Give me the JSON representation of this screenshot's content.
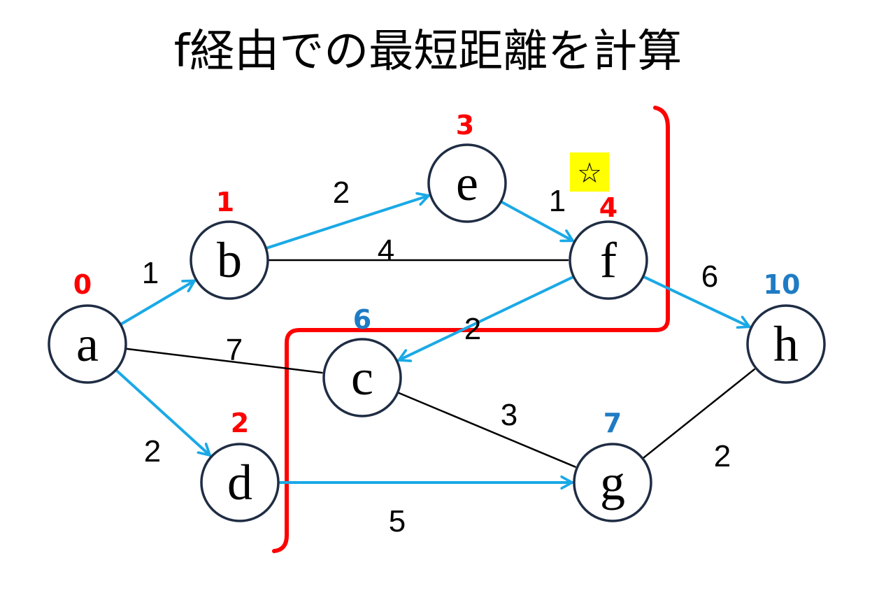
{
  "title": "f経由での最短距離を計算",
  "colors": {
    "tree_edge": "#1aa9e6",
    "plain_edge": "#000000",
    "node_stroke": "#1f2d44",
    "final_distance": "#ff0000",
    "tentative_distance": "#1f7cc4",
    "cut_line": "#ff0000",
    "star_bg": "#ffff00"
  },
  "nodes": [
    {
      "id": "a",
      "label": "a",
      "distance": "0",
      "status": "final"
    },
    {
      "id": "b",
      "label": "b",
      "distance": "1",
      "status": "final"
    },
    {
      "id": "c",
      "label": "c",
      "distance": "6",
      "status": "tentative"
    },
    {
      "id": "d",
      "label": "d",
      "distance": "2",
      "status": "final"
    },
    {
      "id": "e",
      "label": "e",
      "distance": "3",
      "status": "final"
    },
    {
      "id": "f",
      "label": "f",
      "distance": "4",
      "status": "final"
    },
    {
      "id": "g",
      "label": "g",
      "distance": "7",
      "status": "tentative"
    },
    {
      "id": "h",
      "label": "h",
      "distance": "10",
      "status": "tentative"
    }
  ],
  "edges": [
    {
      "from": "a",
      "to": "b",
      "weight": "1",
      "highlight": true
    },
    {
      "from": "a",
      "to": "d",
      "weight": "2",
      "highlight": true
    },
    {
      "from": "a",
      "to": "c",
      "weight": "7",
      "highlight": false
    },
    {
      "from": "b",
      "to": "e",
      "weight": "2",
      "highlight": true
    },
    {
      "from": "b",
      "to": "f",
      "weight": "4",
      "highlight": false
    },
    {
      "from": "e",
      "to": "f",
      "weight": "1",
      "highlight": true
    },
    {
      "from": "f",
      "to": "c",
      "weight": "2",
      "highlight": true
    },
    {
      "from": "f",
      "to": "h",
      "weight": "6",
      "highlight": true
    },
    {
      "from": "c",
      "to": "g",
      "weight": "3",
      "highlight": false
    },
    {
      "from": "d",
      "to": "g",
      "weight": "5",
      "highlight": true
    },
    {
      "from": "g",
      "to": "h",
      "weight": "2",
      "highlight": false
    }
  ],
  "star": {
    "symbol": "☆",
    "icon": "star-outline-icon"
  }
}
